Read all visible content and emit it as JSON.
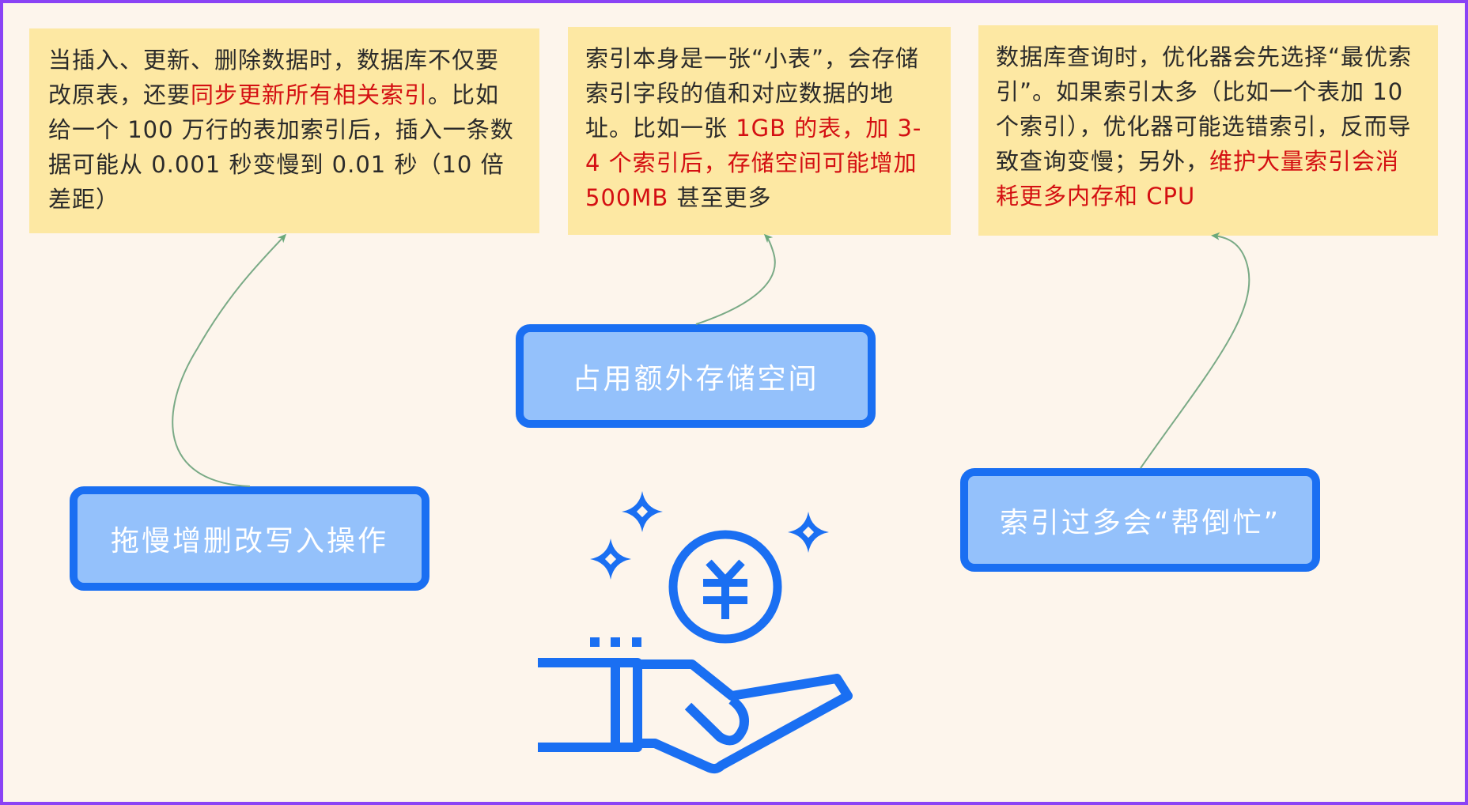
{
  "diagram": {
    "colors": {
      "frame": "#8a43f5",
      "background": "#fdf5ec",
      "note_fill": "#fde8a3",
      "node_fill": "#94c1fb",
      "node_border": "#1a6ff2",
      "highlight_text": "#d40f12",
      "connector": "#7aaa86",
      "icon": "#1a6ff2"
    },
    "nodes": [
      {
        "id": "slow-writes",
        "label": "拖慢增删改写入操作"
      },
      {
        "id": "extra-storage",
        "label": "占用额外存储空间"
      },
      {
        "id": "too-many-indexes",
        "label": "索引过多会“帮倒忙”"
      }
    ],
    "notes": [
      {
        "for": "slow-writes",
        "segments": [
          {
            "text": "当插入、更新、删除数据时，数据库不仅要改原表，还要",
            "highlight": false
          },
          {
            "text": "同步更新所有相关索引",
            "highlight": true
          },
          {
            "text": "。比如给一个 100 万行的表加索引后，插入一条数据可能从 0.001 秒变慢到 0.01 秒（10 倍差距）",
            "highlight": false
          }
        ]
      },
      {
        "for": "extra-storage",
        "segments": [
          {
            "text": "索引本身是一张“小表”，会存储索引字段的值和对应数据的地址。比如一张 ",
            "highlight": false
          },
          {
            "text": "1GB 的表，加 3-4 个索引后，存储空间可能增加 500MB",
            "highlight": true
          },
          {
            "text": " 甚至更多",
            "highlight": false
          }
        ]
      },
      {
        "for": "too-many-indexes",
        "segments": [
          {
            "text": "数据库查询时，优化器会先选择“最优索引”。如果索引太多（比如一个表加 10 个索引），优化器可能选错索引，反而导致查询变慢；另外，",
            "highlight": false
          },
          {
            "text": "维护大量索引会消耗更多内存和 CPU",
            "highlight": true
          }
        ]
      }
    ],
    "icon": {
      "name": "hand-holding-yuan-coin",
      "symbol": "¥"
    }
  }
}
